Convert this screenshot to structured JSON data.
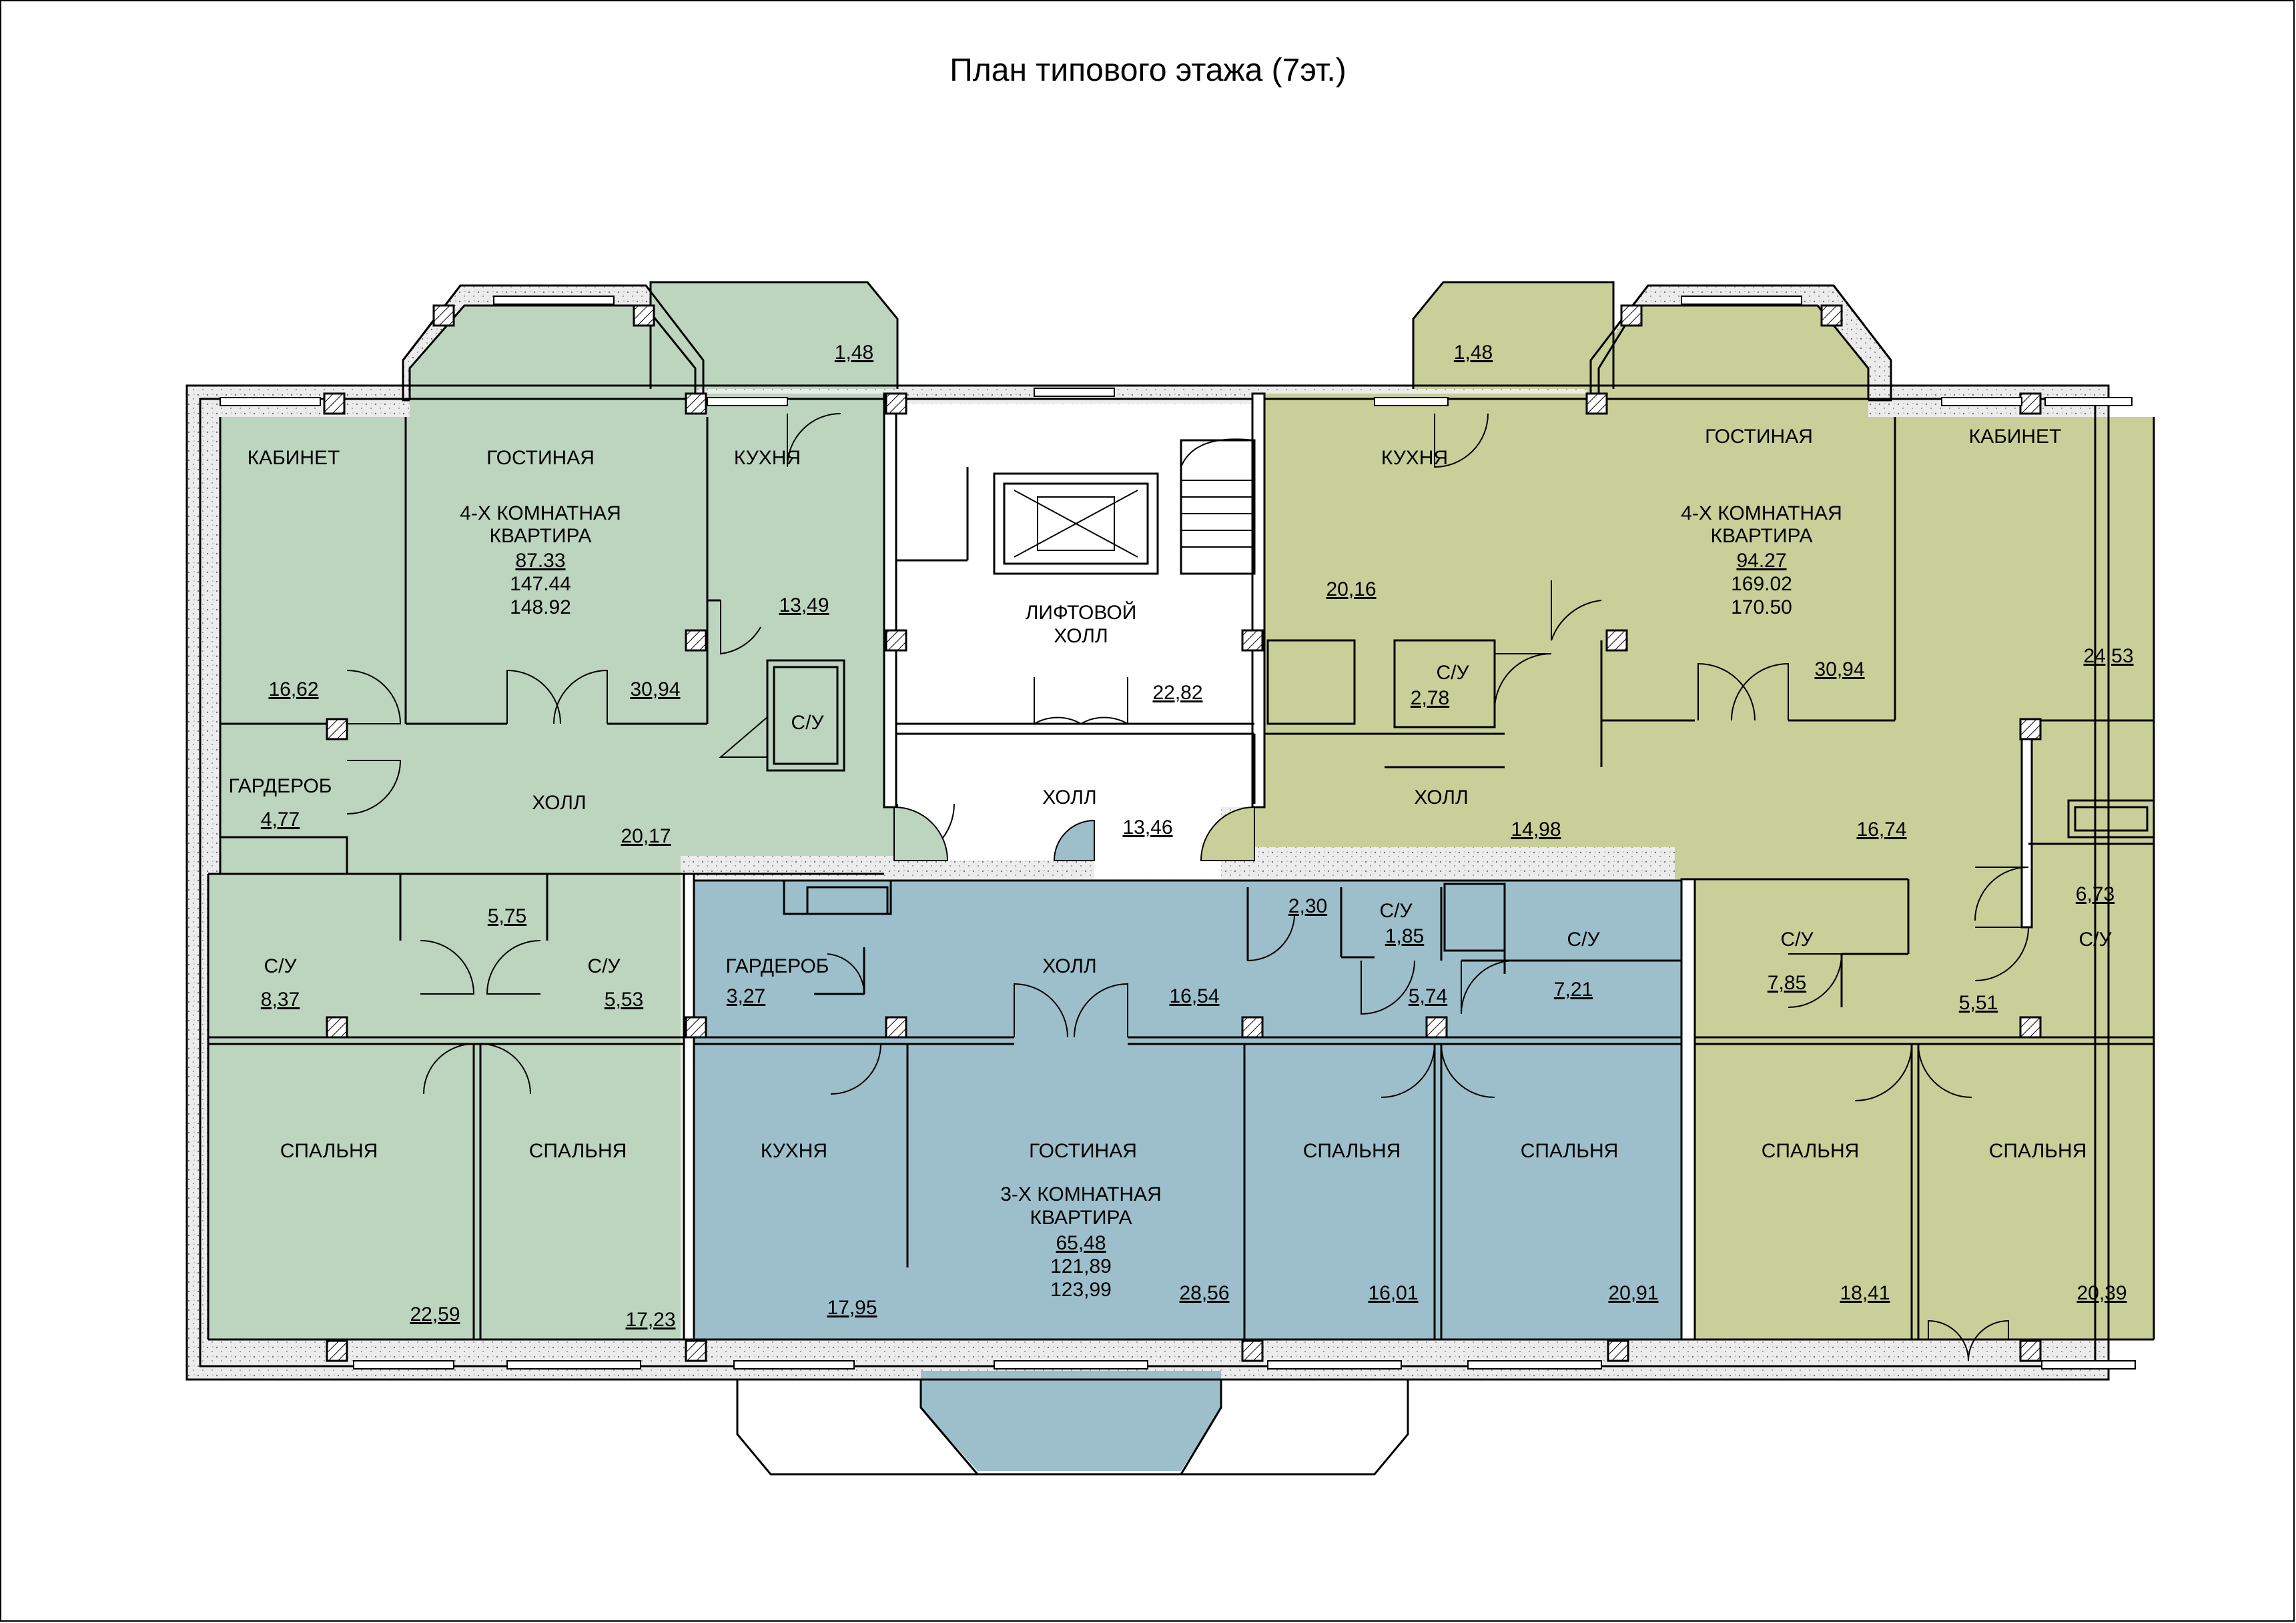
{
  "title": "План типового этажа (7эт.)",
  "colors": {
    "apartment_left": "#bdd5bf",
    "apartment_right": "#c9cf98",
    "apartment_bottom": "#9cbfcb",
    "common_hall": "#ffffff",
    "walls": "#000000",
    "wall_fill": "#e8e8e8"
  },
  "apartments": {
    "left": {
      "name": "4-Х КОМНАТНАЯ КВАРТИРА",
      "name_line1": "4-Х КОМНАТНАЯ",
      "name_line2": "КВАРТИРА",
      "area_living": "87.33",
      "area_total": "147.44",
      "area_total_balcony": "148.92"
    },
    "right": {
      "name_line1": "4-Х КОМНАТНАЯ",
      "name_line2": "КВАРТИРА",
      "area_living": "94.27",
      "area_total": "169.02",
      "area_total_balcony": "170.50"
    },
    "bottom": {
      "name_line1": "3-Х КОМНАТНАЯ",
      "name_line2": "КВАРТИРА",
      "area_living": "65,48",
      "area_total": "121,89",
      "area_total_balcony": "123,99"
    }
  },
  "rooms": {
    "left_cabinet": {
      "name": "КАБИНЕТ",
      "area": "16,62"
    },
    "left_living": {
      "name": "ГОСТИНАЯ",
      "area": "30,94"
    },
    "left_kitchen": {
      "name": "КУХНЯ",
      "area": "13,49"
    },
    "left_balcony": {
      "area": "1,48"
    },
    "left_wc_small": {
      "name": "С/У"
    },
    "left_wardrobe": {
      "name": "ГАРДЕРОБ",
      "area": "4,77"
    },
    "left_hall": {
      "name": "ХОЛЛ",
      "area": "20,17"
    },
    "left_corridor": {
      "area": "5,75"
    },
    "left_wc1": {
      "name": "С/У",
      "area": "8,37"
    },
    "left_wc2": {
      "name": "С/У",
      "area": "5,53"
    },
    "left_bed1": {
      "name": "СПАЛЬНЯ",
      "area": "22,59"
    },
    "left_bed2": {
      "name": "СПАЛЬНЯ",
      "area": "17,23"
    },
    "lift_hall": {
      "name_line1": "ЛИФТОВОЙ",
      "name_line2": "ХОЛЛ",
      "area": "22,82"
    },
    "common_hall": {
      "name": "ХОЛЛ",
      "area": "13,46"
    },
    "right_kitchen": {
      "name": "КУХНЯ",
      "area": "20,16"
    },
    "right_balcony": {
      "area": "1,48"
    },
    "right_living": {
      "name": "ГОСТИНАЯ",
      "area": "30,94"
    },
    "right_cabinet": {
      "name": "КАБИНЕТ",
      "area": "24,53"
    },
    "right_wc_top": {
      "name": "С/У",
      "area": "2,78"
    },
    "right_hall": {
      "name": "ХОЛЛ",
      "area": "14,98"
    },
    "right_corridor": {
      "area": "16,74"
    },
    "right_wc1": {
      "name": "С/У",
      "area": "7,85"
    },
    "right_wc2": {
      "name": "С/У",
      "area": "6,73"
    },
    "right_corridor2": {
      "area": "5,51"
    },
    "right_bed1": {
      "name": "СПАЛЬНЯ",
      "area": "18,41"
    },
    "right_bed2": {
      "name": "СПАЛЬНЯ",
      "area": "20,39"
    },
    "bottom_wardrobe": {
      "name": "ГАРДЕРОБ",
      "area": "3,27"
    },
    "bottom_hall": {
      "name": "ХОЛЛ",
      "area": "16,54"
    },
    "bottom_closet": {
      "area": "2,30"
    },
    "bottom_wc1": {
      "name": "С/У",
      "area": "1,85"
    },
    "bottom_corridor": {
      "area": "5,74"
    },
    "bottom_wc2": {
      "name": "С/У",
      "area": "7,21"
    },
    "bottom_kitchen": {
      "name": "КУХНЯ",
      "area": "17,95"
    },
    "bottom_living": {
      "name": "ГОСТИНАЯ",
      "area": "28,56"
    },
    "bottom_bed1": {
      "name": "СПАЛЬНЯ",
      "area": "16,01"
    },
    "bottom_bed2": {
      "name": "СПАЛЬНЯ",
      "area": "20,91"
    }
  }
}
